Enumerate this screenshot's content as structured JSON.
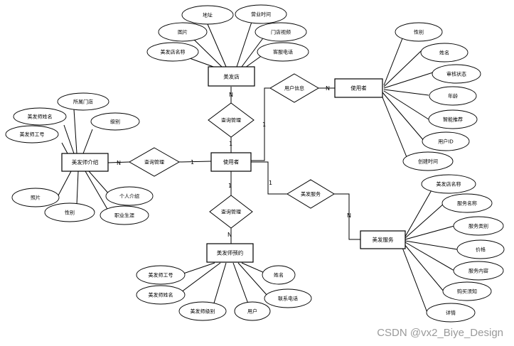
{
  "diagram": {
    "entities": {
      "salon": "美发店",
      "user": "使用者",
      "customer": "使用者",
      "stylist_intro": "美发师介绍",
      "stylist_booking": "美发师预约",
      "service": "美发服务"
    },
    "relationships": {
      "rel_salon_user": "查询管理",
      "rel_intro_user": "查询管理",
      "rel_booking_user": "查询管理",
      "rel_customer": "用户信息",
      "rel_service": "美发服务"
    },
    "cardinalities": {
      "salon_rel_n": "N",
      "user_rel_salon_1": "1",
      "intro_rel_n": "N",
      "user_rel_intro_1": "1",
      "user_rel_booking_1": "1",
      "booking_rel_n": "N",
      "user_rel_customer_1": "1",
      "customer_n": "N",
      "user_rel_service_1": "1",
      "service_n": "N"
    },
    "attributes": {
      "salon": [
        "地址",
        "营业时间",
        "图片",
        "门店视频",
        "美发店名称",
        "客服电话"
      ],
      "stylist_intro": [
        "所属门店",
        "美发师姓名",
        "级别",
        "美发师工号",
        "照片",
        "个人介绍",
        "性别",
        "职业生涯"
      ],
      "stylist_booking": [
        "美发师工号",
        "姓名",
        "美发师姓名",
        "联系电话",
        "美发师级别",
        "用户"
      ],
      "customer": [
        "性别",
        "姓名",
        "审核状态",
        "年龄",
        "智能推荐",
        "用户ID",
        "创建时间"
      ],
      "service": [
        "美发店名称",
        "服务名称",
        "服务类别",
        "价格",
        "服务内容",
        "购买须知",
        "详情"
      ]
    }
  },
  "watermark": "CSDN @vx2_Biye_Design"
}
